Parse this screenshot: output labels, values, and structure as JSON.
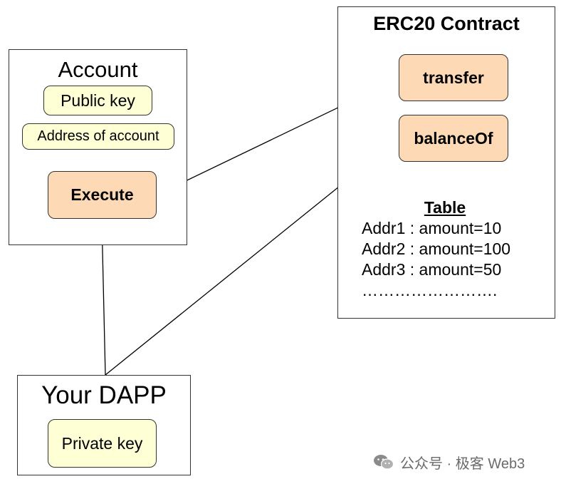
{
  "account": {
    "title": "Account",
    "public_key": "Public key",
    "address": "Address of account",
    "execute": "Execute"
  },
  "contract": {
    "title": "ERC20 Contract",
    "transfer": "transfer",
    "balance_of": "balanceOf",
    "table": {
      "heading": "Table",
      "rows": [
        "Addr1 : amount=10",
        "Addr2 : amount=100",
        "Addr3 : amount=50",
        "……………………."
      ]
    }
  },
  "dapp": {
    "title": "Your DAPP",
    "private_key": "Private key"
  },
  "watermark": {
    "text": "公众号 · 极客 Web3",
    "icon": "wechat-icon"
  },
  "colors": {
    "box_border": "#333333",
    "yellow_chip": "#ffffd6",
    "orange_chip": "#fdd9b5",
    "watermark": "#6b6b6b"
  }
}
